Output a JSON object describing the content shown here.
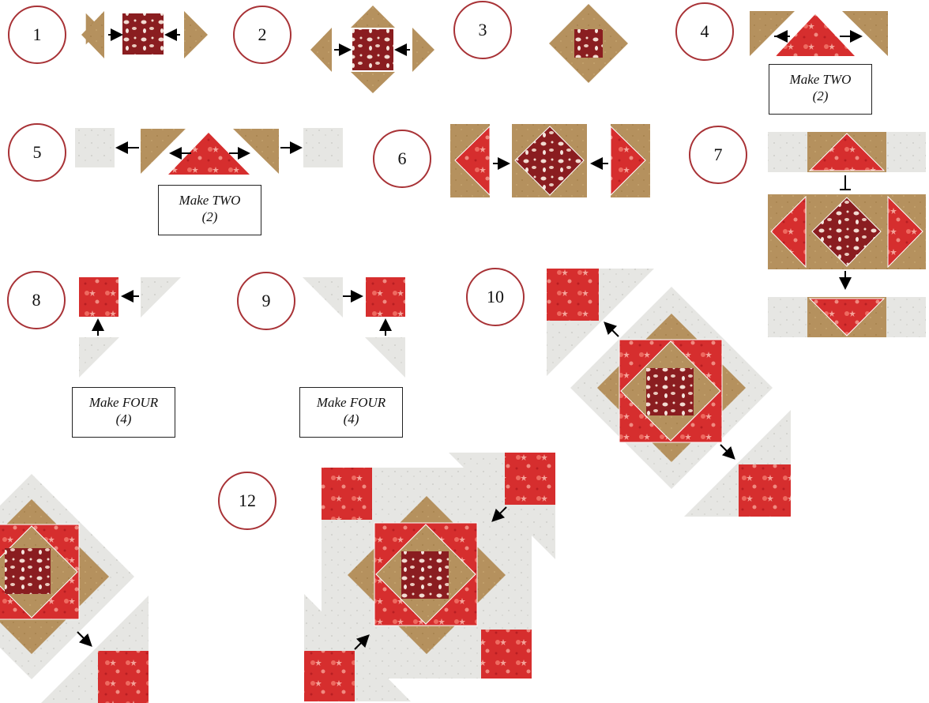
{
  "steps": [
    {
      "number": "1"
    },
    {
      "number": "2"
    },
    {
      "number": "3"
    },
    {
      "number": "4"
    },
    {
      "number": "5"
    },
    {
      "number": "6"
    },
    {
      "number": "7"
    },
    {
      "number": "8"
    },
    {
      "number": "9"
    },
    {
      "number": "10"
    },
    {
      "number": "12"
    }
  ],
  "notes": [
    {
      "line1": "Make TWO",
      "line2": "(2)"
    },
    {
      "line1": "Make TWO",
      "line2": "(2)"
    },
    {
      "line1": "Make FOUR",
      "line2": "(4)"
    },
    {
      "line1": "Make FOUR",
      "line2": "(4)"
    }
  ],
  "colors": {
    "tan": "#b5915e",
    "red": "#d42f2f",
    "dark_red": "#8b1f21",
    "light_grey": "#e9e9e6",
    "light_grey_2": "#dcdcd6",
    "circle_outline": "#a83236",
    "arrow": "#000000"
  }
}
